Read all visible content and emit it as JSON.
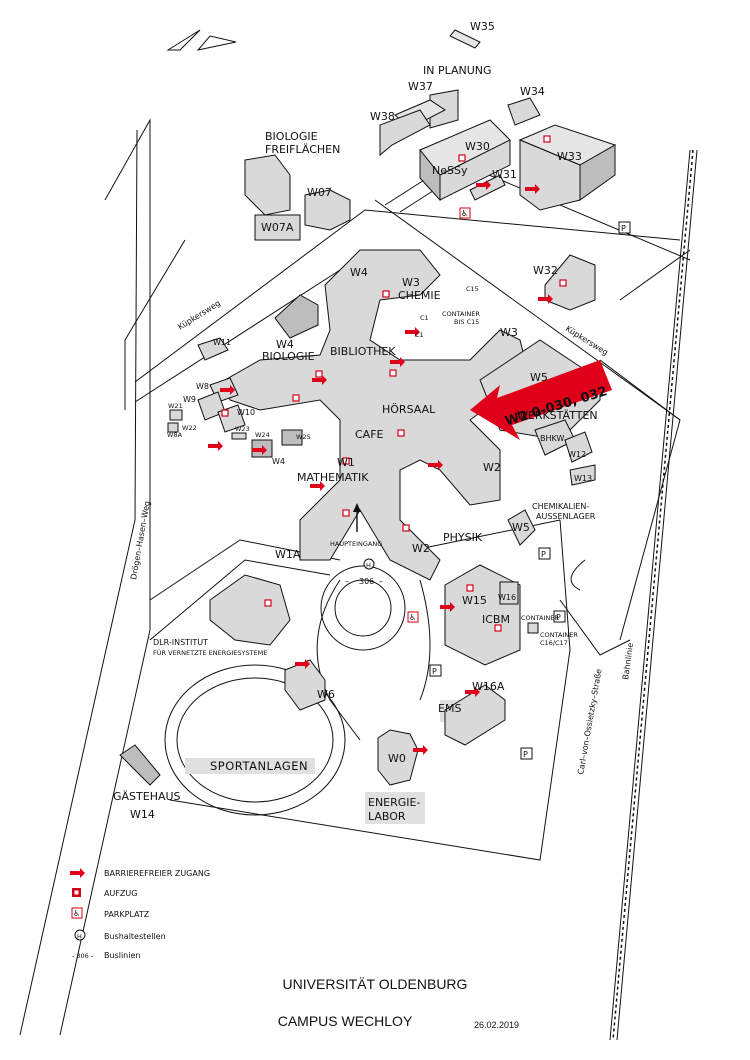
{
  "title": "UNIVERSITÄT OLDENBURG",
  "subtitle": "CAMPUS WECHLOY",
  "date": "26.02.2019",
  "highlight": {
    "label": "W2 0-030, 032",
    "color": "#e0001a"
  },
  "planning_note": "IN PLANUNG",
  "buildings": {
    "w35": "W35",
    "w37": "W37",
    "w34": "W34",
    "w38": "W38",
    "w30": "W30",
    "nessy": "NeSSy",
    "w31": "W31",
    "w33": "W33",
    "w32": "W32",
    "w07": "W07",
    "w07a": "W07A",
    "biologie_freiflaechen_1": "BIOLOGIE",
    "biologie_freiflaechen_2": "FREIFLÄCHEN",
    "w4a": "W4",
    "w3a": "W3",
    "chemie": "CHEMIE",
    "w3b": "W3",
    "c15": "C15",
    "c1a": "C1",
    "container_1": "CONTAINER",
    "container_2": "BIS C15",
    "c1b": "C1",
    "w11": "W11",
    "w4_bio": "W4",
    "biologie": "BIOLOGIE",
    "bibliothek": "BIBLIOTHEK",
    "w5": "W5",
    "werkstaetten": "WERKSTÄTTEN",
    "w8": "W8",
    "w9": "W9",
    "w21": "W21",
    "w10": "W10",
    "w22": "W22",
    "w8a": "W8A",
    "w23": "W23",
    "w24": "W24",
    "w25": "W25",
    "w4b": "W4",
    "hoersaal": "HÖRSAAL",
    "cafe": "CAFE",
    "bhkw": "BHKW",
    "w12": "W12",
    "w13": "W13",
    "w1": "W1",
    "mathematik": "MATHEMATIK",
    "w2a": "W2",
    "chem_1": "CHEMIKALIEN-",
    "chem_2": "AUSSENLAGER",
    "w5b": "W5",
    "physik": "PHYSIK",
    "w1a": "W1A",
    "haupteingang": "HAUPTEINGANG",
    "w2b": "W2",
    "bus_line": "306",
    "w15": "W15",
    "w16": "W16",
    "icbm": "ICBM",
    "container_small": "CONTAINER",
    "container_3": "CONTAINER",
    "c16": "C16/C17",
    "dlr_1": "DLR-INSTITUT",
    "dlr_2": "FÜR VERNETZTE ENERGIESYSTEME",
    "w6": "W6",
    "w16a": "W16A",
    "ems": "EMS",
    "sport": "SPORTANLAGEN",
    "w0": "W0",
    "energie_1": "ENERGIE-",
    "energie_2": "LABOR",
    "gaestehaus": "GÄSTEHAUS",
    "w14": "W14"
  },
  "streets": {
    "kuepkersweg_1": "Küpkersweg",
    "kuepkersweg_2": "Küpkersweg",
    "droegen": "Drögen–Hasen–Weg",
    "ossietzky": "Carl–von–Ossietzky–Straße",
    "bahnlinie": "Bahnlinie"
  },
  "parking_symbol": "P",
  "bus_symbol": "H",
  "legend": {
    "barrierefrei": "BARRIEREFREIER ZUGANG",
    "aufzug": "AUFZUG",
    "parkplatz": "PARKPLATZ",
    "bushalt": "Bushaltestellen",
    "buslinien": "Buslinien",
    "buslinie_sym": "- 306 -"
  }
}
